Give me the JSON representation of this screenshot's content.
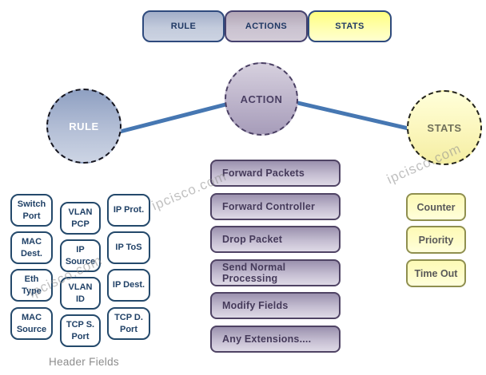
{
  "watermark": "ipcisco.com",
  "top_bar": {
    "rule": "RULE",
    "actions": "ACTIONS",
    "stats": "STATS"
  },
  "circles": {
    "rule": "RULE",
    "action": "ACTION",
    "stats": "STATS"
  },
  "header_fields": {
    "caption": "Header Fields",
    "col1": [
      "Switch Port",
      "MAC Dest.",
      "Eth Type",
      "MAC Source"
    ],
    "col2": [
      "VLAN PCP",
      "IP Source",
      "VLAN ID",
      "TCP S. Port"
    ],
    "col3": [
      "IP Prot.",
      "IP ToS",
      "IP Dest.",
      "TCP D. Port"
    ]
  },
  "actions_list": [
    "Forward Packets",
    "Forward Controller",
    "Drop Packet",
    "Send Normal Processing",
    "Modify Fields",
    "Any Extensions...."
  ],
  "stats_list": [
    "Counter",
    "Priority",
    "Time Out"
  ],
  "colors": {
    "navy": "#1f3864",
    "purple": "#4a3f63",
    "connector_blue": "#4677b2",
    "yellow_border": "#8f8f4f",
    "caption_gray": "#8c8c8c"
  }
}
